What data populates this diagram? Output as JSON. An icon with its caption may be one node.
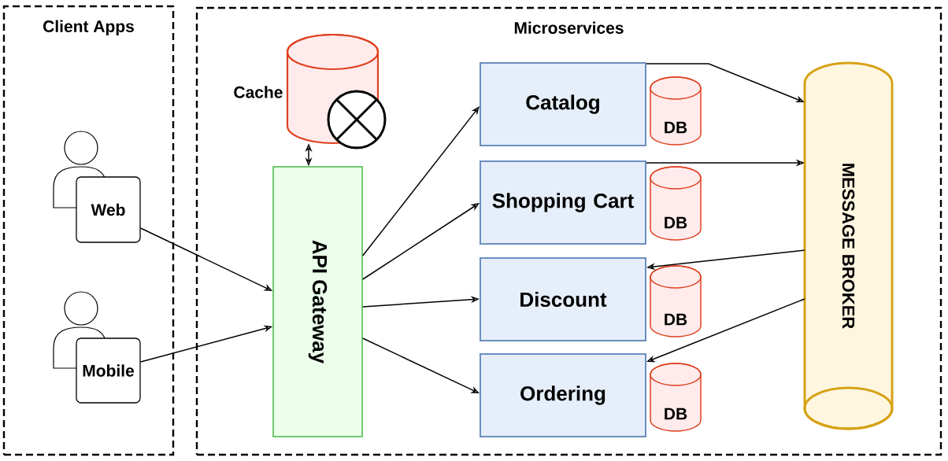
{
  "diagram": {
    "nodes": [
      {
        "text": [
          "Client Apps"
        ]
      },
      {
        "text": [
          "Microservices"
        ]
      },
      {
        "text": [
          "Web"
        ],
        "in": 0
      },
      {
        "text": [
          "Mobile"
        ],
        "in": 0
      },
      {
        "text": [
          "Cache"
        ],
        "in": 1
      },
      {
        "text": [
          "API Gateway"
        ],
        "in": 1
      },
      {
        "text": [
          "Catalog"
        ],
        "in": 1
      },
      {
        "text": [
          "DB"
        ],
        "in": 1
      },
      {
        "text": [
          "Shopping Cart"
        ],
        "in": 1
      },
      {
        "text": [
          "DB"
        ],
        "in": 1
      },
      {
        "text": [
          "Discount"
        ],
        "in": 1
      },
      {
        "text": [
          "DB"
        ],
        "in": 1
      },
      {
        "text": [
          "Ordering"
        ],
        "in": 1
      },
      {
        "text": [
          "DB"
        ],
        "in": 1
      },
      {
        "text": [
          "MESSAGE BROKER"
        ],
        "in": 1
      }
    ],
    "edges": [
      {
        "from": 2,
        "to": 5,
        "arrow": "to"
      },
      {
        "from": 3,
        "to": 5,
        "arrow": "to"
      },
      {
        "from": 4,
        "to": 5,
        "arrow": "both"
      },
      {
        "from": 5,
        "to": 6,
        "arrow": "to"
      },
      {
        "from": 5,
        "to": 8,
        "arrow": "to"
      },
      {
        "from": 5,
        "to": 10,
        "arrow": "to"
      },
      {
        "from": 5,
        "to": 12,
        "arrow": "to"
      },
      {
        "from": 6,
        "to": 14,
        "arrow": "to"
      },
      {
        "from": 8,
        "to": 14,
        "arrow": "to"
      },
      {
        "from": 14,
        "to": 10,
        "arrow": "to"
      },
      {
        "from": 14,
        "to": 12,
        "arrow": "to"
      }
    ]
  }
}
